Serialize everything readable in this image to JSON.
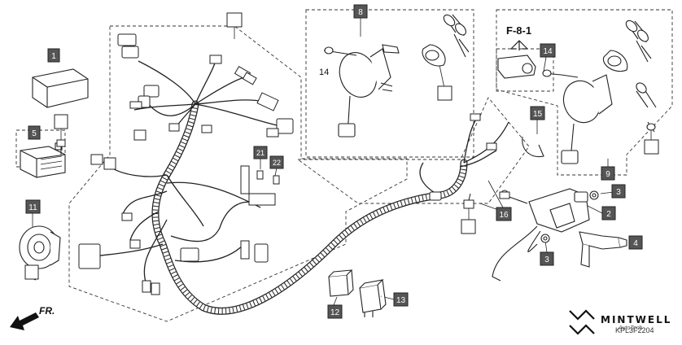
{
  "callouts": {
    "c1": "1",
    "c2": "2",
    "c3a": "3",
    "c3b": "3",
    "c4": "4",
    "c5": "5",
    "c8": "8",
    "c9": "9",
    "c11": "11",
    "c12": "12",
    "c13": "13",
    "c14a": "14",
    "c14b": "14",
    "c15": "15",
    "c16": "16",
    "c21": "21",
    "c22": "22"
  },
  "inset_title": "F-8-1",
  "direction_label": "FR.",
  "watermark": {
    "brand": "MINTWELL",
    "sub": "AutoTech"
  },
  "figure_code": "KPL3F2204",
  "colors": {
    "ink": "#222222",
    "callout_fill": "#555555",
    "callout_text": "#ffffff"
  }
}
